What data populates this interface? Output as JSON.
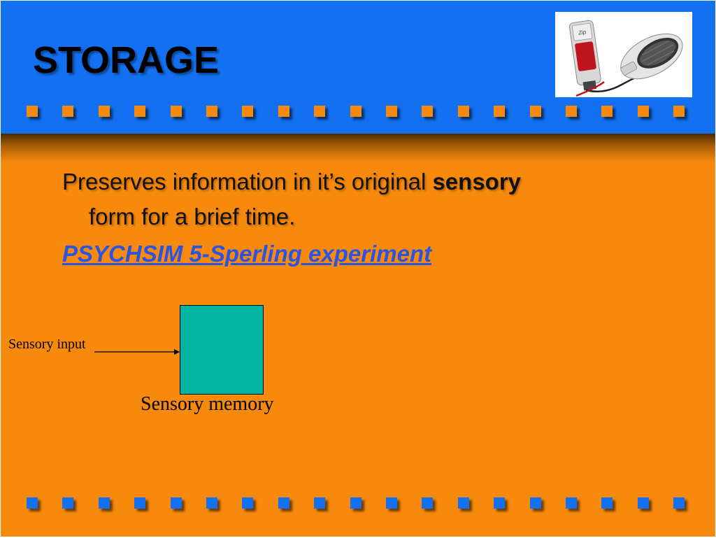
{
  "slide": {
    "title": "STORAGE",
    "bullet": {
      "text_before": "Preserves information in it’s original ",
      "emphasis": "sensory",
      "text_after": "form for a brief time."
    },
    "link_text": "PSYCHSIM 5-Sperling experiment",
    "diagram": {
      "input_label": "Sensory input",
      "box_label": "Sensory memory"
    },
    "image": {
      "description_icon": "usb-flash-drive-and-mouse-photo-icon"
    }
  },
  "colors": {
    "header_blue": "#1370f0",
    "body_orange": "#f7890c",
    "box_teal": "#00b4a0",
    "link_blue": "#2b55e0"
  }
}
